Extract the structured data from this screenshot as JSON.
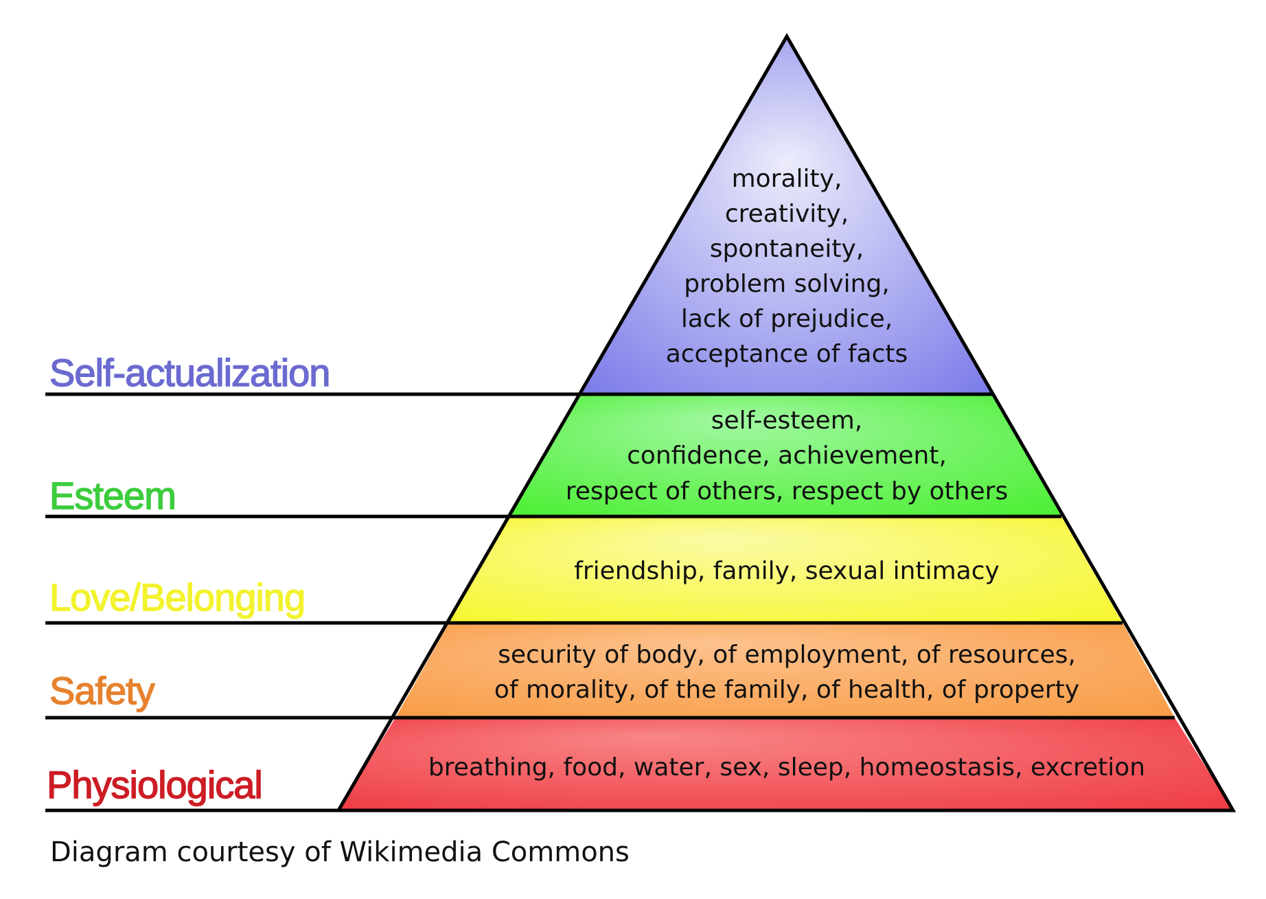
{
  "levels": [
    {
      "label": "Self-actualization",
      "color": "#6a6ad0",
      "fill_light": "#ececfb",
      "fill_dark": "#7373e8",
      "lines": [
        "morality,",
        "creativity,",
        "spontaneity,",
        "problem solving,",
        "lack of prejudice,",
        "acceptance of facts"
      ]
    },
    {
      "label": "Esteem",
      "color": "#3ccc3c",
      "fill_light": "#a2f8a2",
      "fill_dark": "#46ee2c",
      "lines": [
        "self-esteem,",
        "confidence, achievement,",
        "respect of others, respect by others"
      ]
    },
    {
      "label": "Love/Belonging",
      "color": "#f2f22e",
      "fill_light": "#fbfba6",
      "fill_dark": "#f6f628",
      "lines": [
        "friendship, family, sexual intimacy"
      ]
    },
    {
      "label": "Safety",
      "color": "#e6822e",
      "fill_light": "#fdc28e",
      "fill_dark": "#f89a42",
      "lines": [
        "security of body, of employment, of resources,",
        "of morality, of the family, of health, of property"
      ]
    },
    {
      "label": "Physiological",
      "color": "#cc1c24",
      "fill_light": "#f88686",
      "fill_dark": "#ee3842",
      "lines": [
        "breathing, food, water, sex, sleep, homeostasis, excretion"
      ]
    }
  ],
  "credit": "Diagram courtesy of Wikimedia Commons"
}
